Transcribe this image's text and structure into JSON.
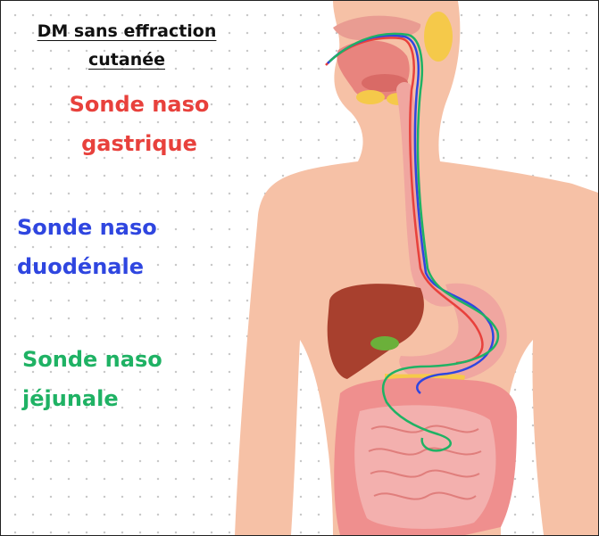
{
  "title": {
    "line1": "DM sans effraction",
    "line2": "cutanée"
  },
  "tubes": [
    {
      "line1": "Sonde naso",
      "line2": "gastrique",
      "color": "#e8413c"
    },
    {
      "line1": "Sonde naso",
      "line2": "duodénale",
      "color": "#2f46e0"
    },
    {
      "line1": "Sonde naso",
      "line2": "jéjunale",
      "color": "#1fb264"
    }
  ],
  "colors": {
    "skin": "#f6c1a6",
    "liver": "#a8402e",
    "stomach": "#f0a6a0",
    "intestine": "#ef8f8e"
  }
}
